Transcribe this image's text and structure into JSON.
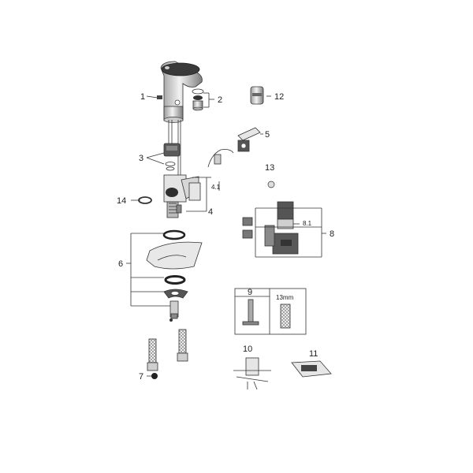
{
  "callouts": {
    "c1": "1",
    "c2": "2",
    "c3": "3",
    "c4": "4",
    "c4_1": "4.1",
    "c5": "5",
    "c6": "6",
    "c7": "7",
    "c8": "8",
    "c8_1": "8.1",
    "c9": "9",
    "c10": "10",
    "c11": "11",
    "c12": "12",
    "c13": "13",
    "c14": "14"
  },
  "tool_box": {
    "wrench_size": "13mm"
  },
  "colors": {
    "line": "#333333",
    "part_light": "#e6e6e6",
    "part_mid": "#bdbdbd",
    "part_dark": "#555555"
  }
}
